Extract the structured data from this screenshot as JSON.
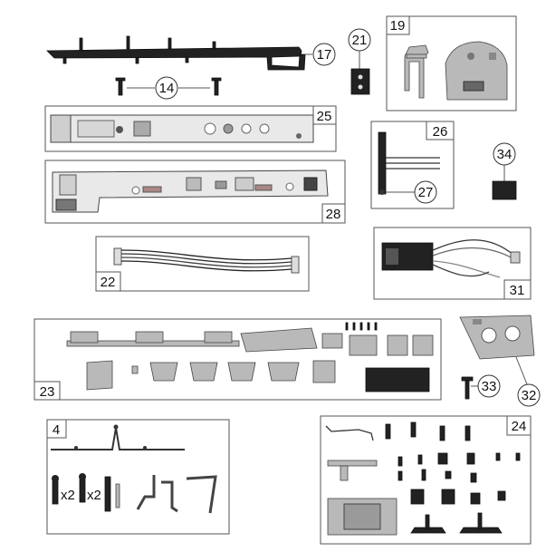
{
  "parts": {
    "p17": "17",
    "p14": "14",
    "p21": "21",
    "p19": "19",
    "p25": "25",
    "p26": "26",
    "p27": "27",
    "p34": "34",
    "p28": "28",
    "p22": "22",
    "p31": "31",
    "p23": "23",
    "p32": "32",
    "p33": "33",
    "p4": "4",
    "p24": "24"
  },
  "quantities": {
    "q1": "x2",
    "q2": "x2"
  }
}
